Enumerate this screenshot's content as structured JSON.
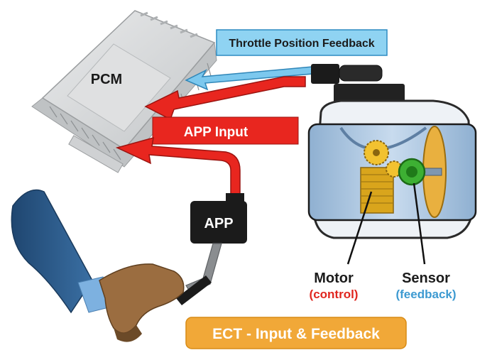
{
  "labels": {
    "pcm": "PCM",
    "throttle_feedback": "Throttle Position Feedback",
    "app_input": "APP Input",
    "app": "APP",
    "motor": "Motor",
    "motor_sub": "(control)",
    "sensor": "Sensor",
    "sensor_sub": "(feedback)",
    "banner": "ECT - Input & Feedback"
  },
  "colors": {
    "feedback_blue": "#7cc8ee",
    "input_red": "#e8261f",
    "banner_orange": "#f1a838",
    "pcm_gray": "#d3d5d6",
    "pants_blue": "#2c5b8a",
    "shoe_brown": "#9b6d40",
    "throttle_body": "#b7cde3",
    "gear_gold": "#d9a51c",
    "sensor_green": "#3db033",
    "sub_red": "#e0261f",
    "sub_blue": "#3d9ad1"
  }
}
